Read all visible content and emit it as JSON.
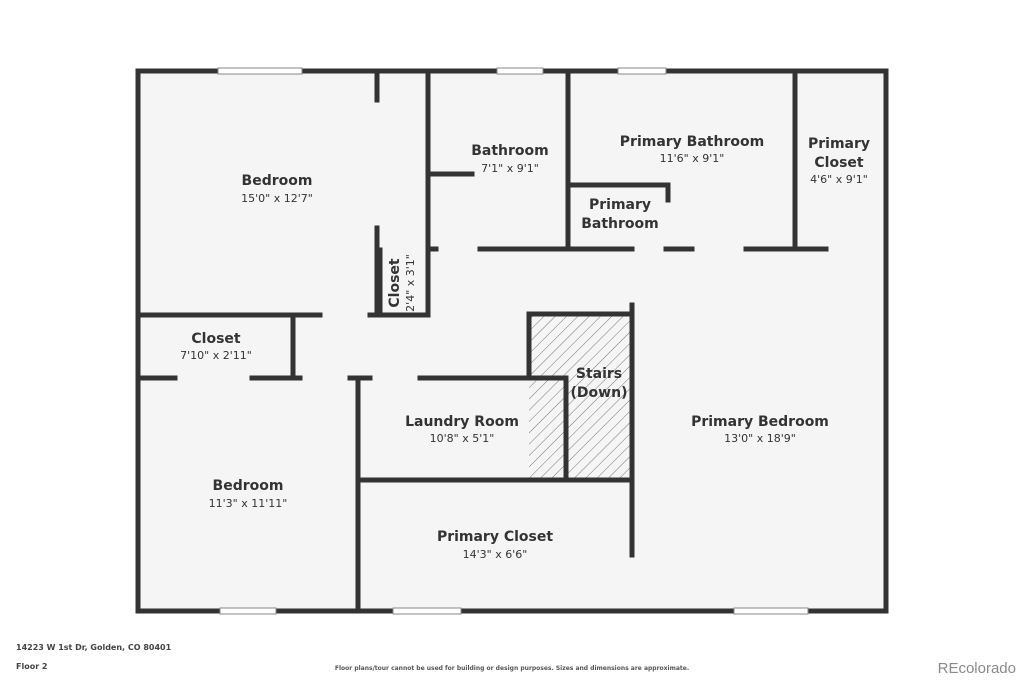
{
  "plan": {
    "rooms": [
      {
        "id": "bedroom-1",
        "name": "Bedroom",
        "dims": "15'0\" x 12'7\""
      },
      {
        "id": "bathroom",
        "name": "Bathroom",
        "dims": "7'1\" x 9'1\""
      },
      {
        "id": "primary-bathroom",
        "name": "Primary Bathroom",
        "dims": "11'6\" x 9'1\""
      },
      {
        "id": "primary-bathroom-small",
        "name_lines": [
          "Primary",
          "Bathroom"
        ]
      },
      {
        "id": "primary-closet-small",
        "name_lines": [
          "Primary",
          "Closet"
        ],
        "dims": "4'6\" x 9'1\""
      },
      {
        "id": "hall-closet",
        "name": "Closet",
        "dims": "2'4\" x 3'1\""
      },
      {
        "id": "closet",
        "name": "Closet",
        "dims": "7'10\" x 2'11\""
      },
      {
        "id": "stairs",
        "name_lines": [
          "Stairs",
          "(Down)"
        ]
      },
      {
        "id": "laundry-room",
        "name": "Laundry Room",
        "dims": "10'8\" x 5'1\""
      },
      {
        "id": "primary-bedroom",
        "name": "Primary Bedroom",
        "dims": "13'0\" x 18'9\""
      },
      {
        "id": "bedroom-2",
        "name": "Bedroom",
        "dims": "11'3\" x 11'11\""
      },
      {
        "id": "primary-closet",
        "name": "Primary Closet",
        "dims": "14'3\" x 6'6\""
      }
    ]
  },
  "footer": {
    "address": "14223 W 1st Dr, Golden, CO 80401",
    "floor": "Floor 2",
    "disclaimer": "Floor plans/tour cannot be used for building or design purposes. Sizes and dimensions are approximate.",
    "brand": "REcolorado"
  },
  "colors": {
    "wall": "#333333",
    "floor": "#f5f5f5",
    "background": "#ffffff"
  }
}
